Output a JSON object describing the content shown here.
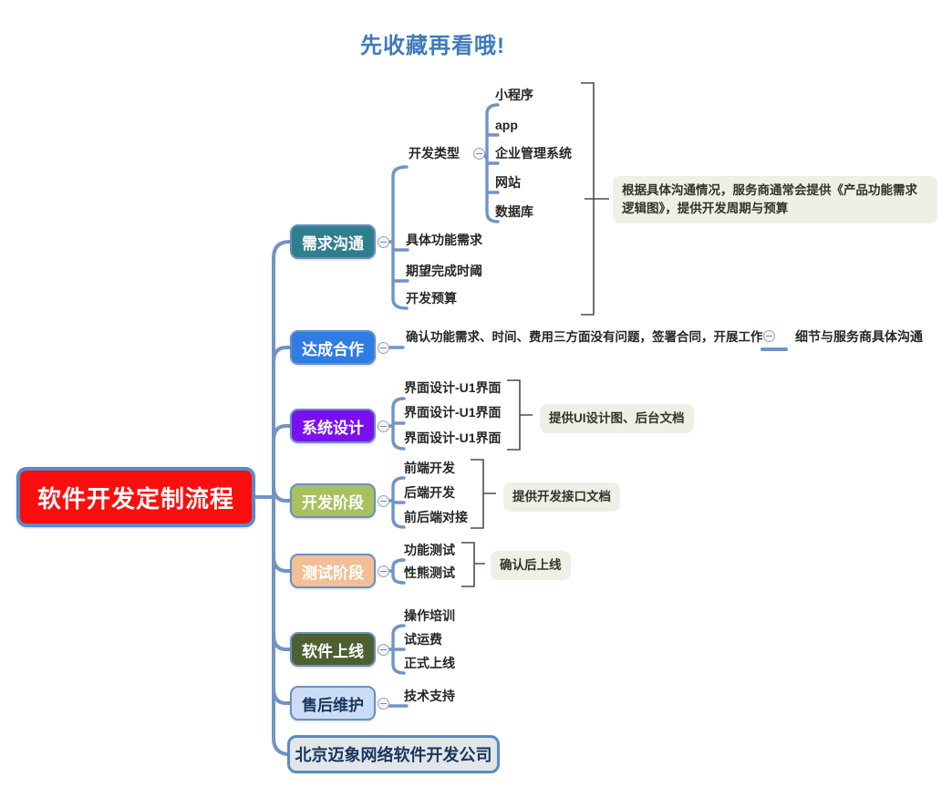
{
  "title": "先收藏再看哦!",
  "root": {
    "label": "软件开发定制流程"
  },
  "icons": {
    "collapse": "minus-circle"
  },
  "colors": {
    "title_text": "#3e7bc0",
    "connector": "#7094c6",
    "bracket": "#4c4c4c",
    "root_fill": "#fd0d0d",
    "root_border": "#5a8ac6",
    "branch_requirement": "#2f7e8e",
    "branch_cooperation": "#2f7ce2",
    "branch_design": "#7a10f0",
    "branch_development": "#a9c05e",
    "branch_testing": "#f2bf97",
    "branch_launch": "#4d6030",
    "branch_aftersale_fill": "#cbdcf4",
    "branch_aftersale_text": "#17375e",
    "company_fill": "#e2e5ea",
    "note_bg": "#f0efe6"
  },
  "branches": [
    {
      "label": "需求沟通",
      "note": "根据具体沟通情况，服务商通常会提供《产品功能需求逻辑图》，提供开发周期与预算",
      "children": [
        {
          "label": "开发类型",
          "children": [
            {
              "label": "小程序"
            },
            {
              "label": "app"
            },
            {
              "label": "企业管理系统"
            },
            {
              "label": "网站"
            },
            {
              "label": "数据库"
            }
          ]
        },
        {
          "label": "具体功能需求"
        },
        {
          "label": "期望完成时阈"
        },
        {
          "label": "开发预算"
        }
      ]
    },
    {
      "label": "达成合作",
      "children": [
        {
          "label": "确认功能需求、时间、费用三方面没有问题，签署合同，开展工作",
          "children": [
            {
              "label": "细节与服务商具体沟通"
            }
          ]
        }
      ]
    },
    {
      "label": "系统设计",
      "note": "提供UI设计图、后台文档",
      "children": [
        {
          "label": "界面设计-U1界面"
        },
        {
          "label": "界面设计-U1界面"
        },
        {
          "label": "界面设计-U1界面"
        }
      ]
    },
    {
      "label": "开发阶段",
      "note": "提供开发接口文档",
      "children": [
        {
          "label": "前端开发"
        },
        {
          "label": "后端开发"
        },
        {
          "label": "前后端对接"
        }
      ]
    },
    {
      "label": "测试阶段",
      "note": "确认后上线",
      "children": [
        {
          "label": "功能测试"
        },
        {
          "label": "性熊测试"
        }
      ]
    },
    {
      "label": "软件上线",
      "children": [
        {
          "label": "操作培训"
        },
        {
          "label": "试运费"
        },
        {
          "label": "正式上线"
        }
      ]
    },
    {
      "label": "售后维护",
      "children": [
        {
          "label": "技术支持"
        }
      ]
    },
    {
      "label": "北京迈象网络软件开发公司"
    }
  ]
}
